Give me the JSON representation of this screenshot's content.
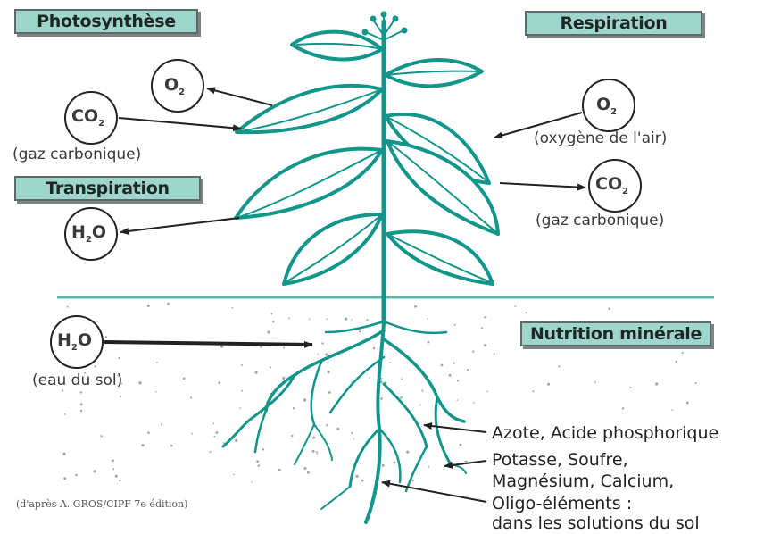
{
  "labels": {
    "photosynthese": "Photosynthèse",
    "respiration": "Respiration",
    "transpiration": "Transpiration",
    "nutrition": "Nutrition minérale"
  },
  "molecules": {
    "o2_left": "O",
    "o2_left_sub": "2",
    "co2_left": "CO",
    "co2_left_sub": "2",
    "o2_right": "O",
    "o2_right_sub": "2",
    "co2_right": "CO",
    "co2_right_sub": "2",
    "h2o_top": "H",
    "h2o_top_sub": "2",
    "h2o_top_end": "O",
    "h2o_soil": "H",
    "h2o_soil_sub": "2",
    "h2o_soil_end": "O"
  },
  "captions": {
    "gaz_left": "(gaz carbonique)",
    "oxygene": "(oxygène de l'air)",
    "gaz_right": "(gaz carbonique)",
    "eau_sol": "(eau du sol)"
  },
  "nutrients": {
    "line1": "Azote, Acide phosphorique",
    "line2": "Potasse, Soufre,",
    "line3": "Magnésium, Calcium,",
    "line4": "Oligo-éléments :",
    "line5": "dans les solutions du sol"
  },
  "source_note": "(d'après A. GROS/CIPF 7e édition)",
  "colors": {
    "plant": "#12958a",
    "plant_fill": "#ffffff",
    "box_fill": "#9ed6cc",
    "ground_line": "#5fb5ac",
    "soil_dots": "#9aaaa8",
    "arrow": "#222222"
  }
}
